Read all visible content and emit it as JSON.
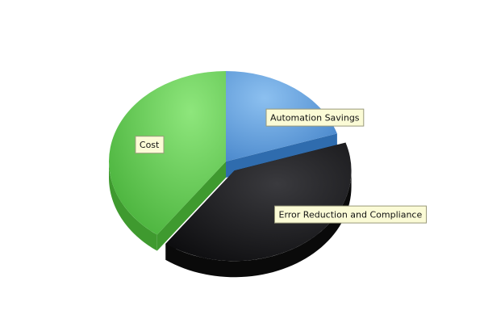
{
  "chart_data": {
    "type": "pie",
    "title": "",
    "slices": [
      {
        "label": "Automation Savings",
        "value": 20,
        "color": "#5d9ee0",
        "side": "#2f6cae"
      },
      {
        "label": "Error Reduction and Compliance",
        "value": 40,
        "color": "#1c1c1e",
        "side": "#0a0a0a",
        "exploded": true
      },
      {
        "label": "Cost",
        "value": 40,
        "color": "#66c95a",
        "side": "#3f9a2f"
      }
    ],
    "legend": false,
    "style": "3d-exploded"
  }
}
